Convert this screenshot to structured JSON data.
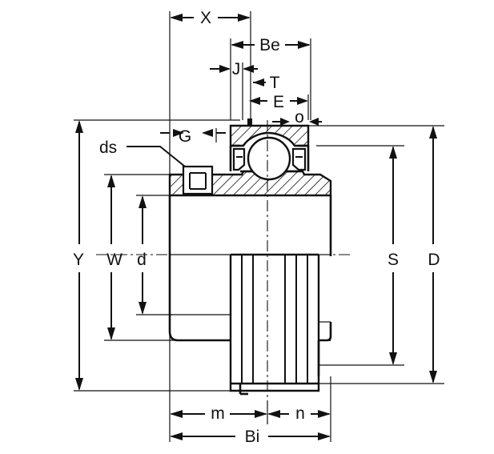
{
  "labels": {
    "x": "X",
    "be": "Be",
    "j": "J",
    "t": "T",
    "e": "E",
    "o": "o",
    "ds": "ds",
    "g": "G",
    "y": "Y",
    "w": "W",
    "d": "d",
    "s": "S",
    "d_outer": "D",
    "m": "m",
    "n": "n",
    "bi": "Bi"
  }
}
